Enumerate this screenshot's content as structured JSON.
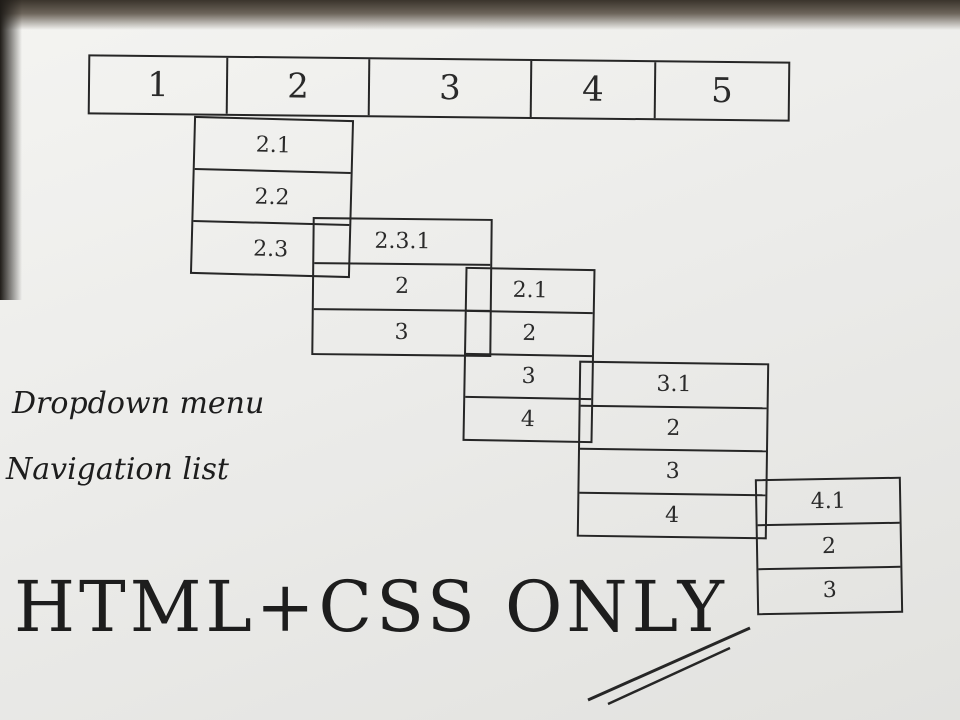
{
  "menu": [
    "1",
    "2",
    "3",
    "4",
    "5"
  ],
  "submenu_2": [
    "2.1",
    "2.2",
    "2.3"
  ],
  "submenu_2_3": [
    "2.3.1",
    "2",
    "3"
  ],
  "submenu_2_3_1": [
    "2.1",
    "2",
    "3",
    "4"
  ],
  "submenu_3": [
    "3.1",
    "2",
    "3",
    "4"
  ],
  "submenu_4": [
    "4.1",
    "2",
    "3"
  ],
  "caption": {
    "line1": "Dropdown menu",
    "line2": "Navigation list",
    "line3": "HTML+CSS ONLY"
  }
}
